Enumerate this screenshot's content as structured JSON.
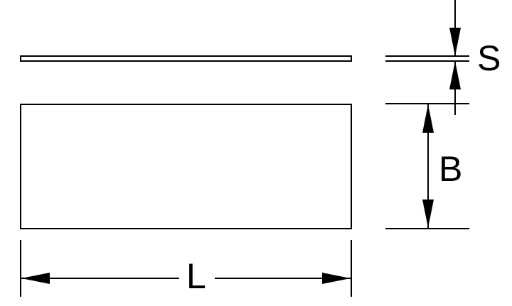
{
  "labels": {
    "thickness": "S",
    "width": "B",
    "length": "L"
  },
  "colors": {
    "stroke": "#000000",
    "background": "#ffffff"
  }
}
